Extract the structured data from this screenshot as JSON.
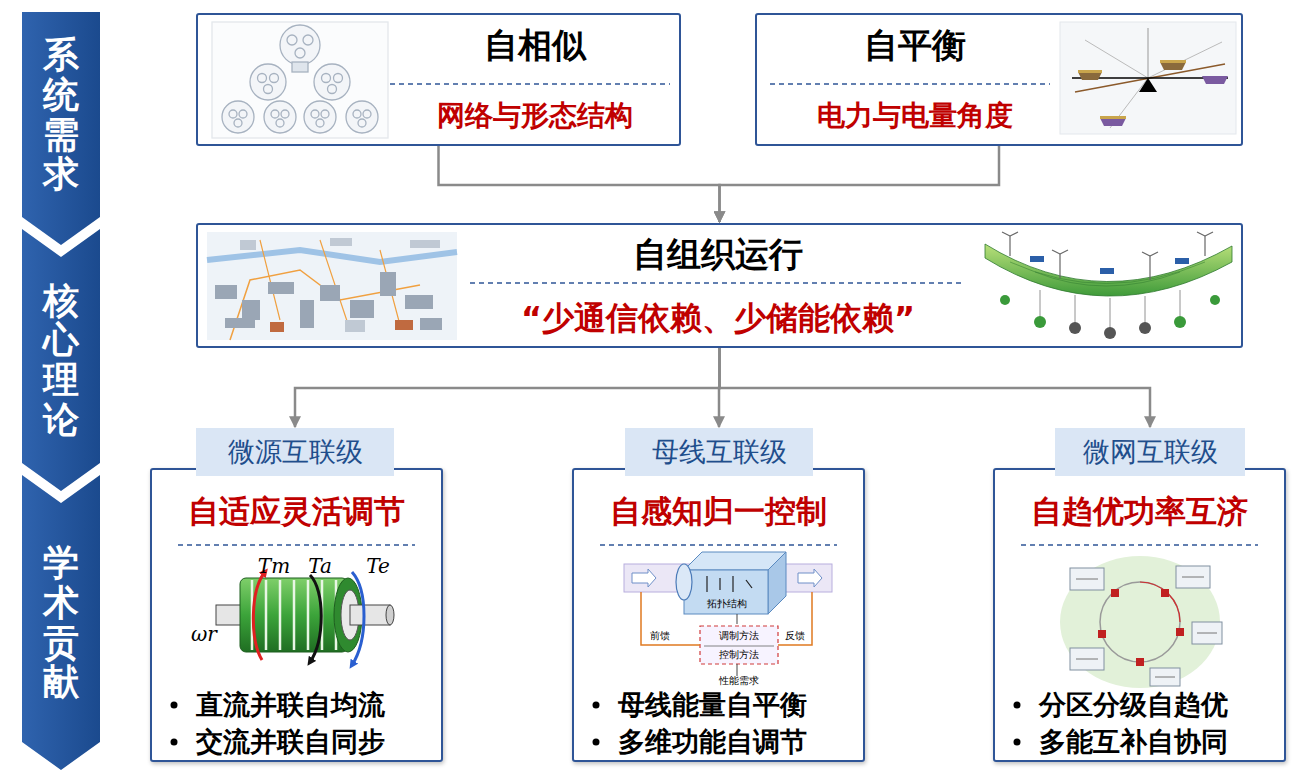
{
  "diagram": {
    "nodes": [
      {
        "text": [
          "系统需求"
        ]
      },
      {
        "text": [
          "核心理论"
        ]
      },
      {
        "text": [
          "学术贡献"
        ]
      },
      {
        "text": [
          "自相似",
          "网络与形态结构"
        ]
      },
      {
        "text": [
          "自平衡",
          "电力与电量角度"
        ]
      },
      {
        "text": [
          "自组织运行",
          "“少通信依赖、少储能依赖”"
        ]
      },
      {
        "text": [
          "微源互联级"
        ]
      },
      {
        "text": [
          "自适应灵活调节",
          "直流并联自均流",
          "交流并联自同步"
        ]
      },
      {
        "text": [
          "母线互联级"
        ]
      },
      {
        "text": [
          "自感知归一控制",
          "母线能量自平衡",
          "多维功能自调节"
        ]
      },
      {
        "text": [
          "微网互联级"
        ]
      },
      {
        "text": [
          "自趋优功率互济",
          "分区分级自趋优",
          "多能互补自协同"
        ]
      }
    ],
    "edges": [
      {
        "from": 3,
        "to": 5,
        "arrow": "to"
      },
      {
        "from": 4,
        "to": 5,
        "arrow": "to"
      },
      {
        "from": 5,
        "to": 6,
        "arrow": "to"
      },
      {
        "from": 5,
        "to": 8,
        "arrow": "to"
      },
      {
        "from": 5,
        "to": 10,
        "arrow": "to"
      }
    ],
    "labels": [
      "Tm",
      "Ta",
      "Te",
      "ωr",
      "拓扑结构",
      "前馈",
      "调制方法",
      "反馈",
      "控制方法",
      "性能需求"
    ]
  }
}
